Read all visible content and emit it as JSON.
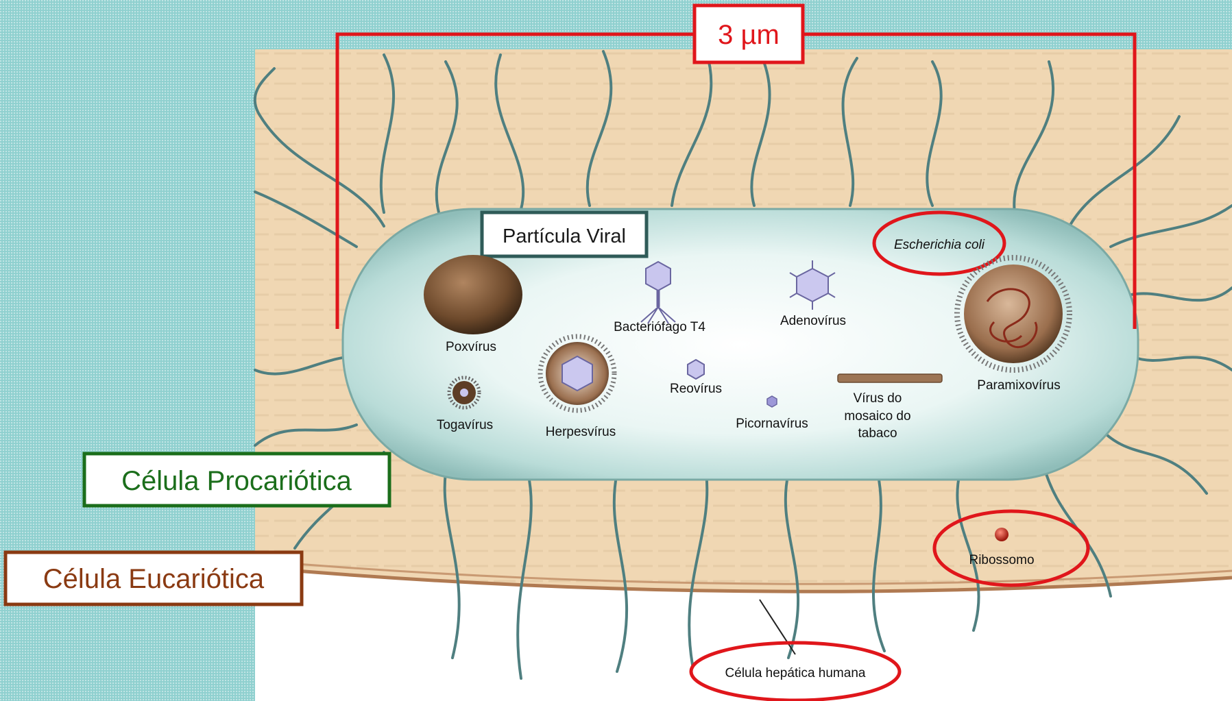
{
  "scale_bar": {
    "label": "3 µm"
  },
  "labels": {
    "viral_particle": "Partícula Viral",
    "prokaryotic": "Célula Procariótica",
    "eukaryotic": "Célula Eucariótica",
    "escherichia": "Escherichia coli",
    "ribosome": "Ribossomo",
    "liver_cell": "Célula hepática humana"
  },
  "viruses": {
    "poxvirus": "Poxvírus",
    "bacteriophage": "Bacteriófago T4",
    "adenovirus": "Adenovírus",
    "paramyxovirus": "Paramixovírus",
    "togavirus": "Togavírus",
    "herpesvirus": "Herpesvírus",
    "reovirus": "Reovírus",
    "picornavirus": "Picornavírus",
    "tmv_line1": "Vírus do",
    "tmv_line2": "mosaico do",
    "tmv_line3": "tabaco"
  },
  "colors": {
    "scale_red": "#e0161b",
    "viral_box": "#2f5b58",
    "prokaryotic_green": "#1b6e1b",
    "eukaryotic_brown": "#8a3a12",
    "cell_fill": "#f0d7b3",
    "bacterium_fill": "#bfe3df",
    "flagella": "#4f7f80"
  }
}
